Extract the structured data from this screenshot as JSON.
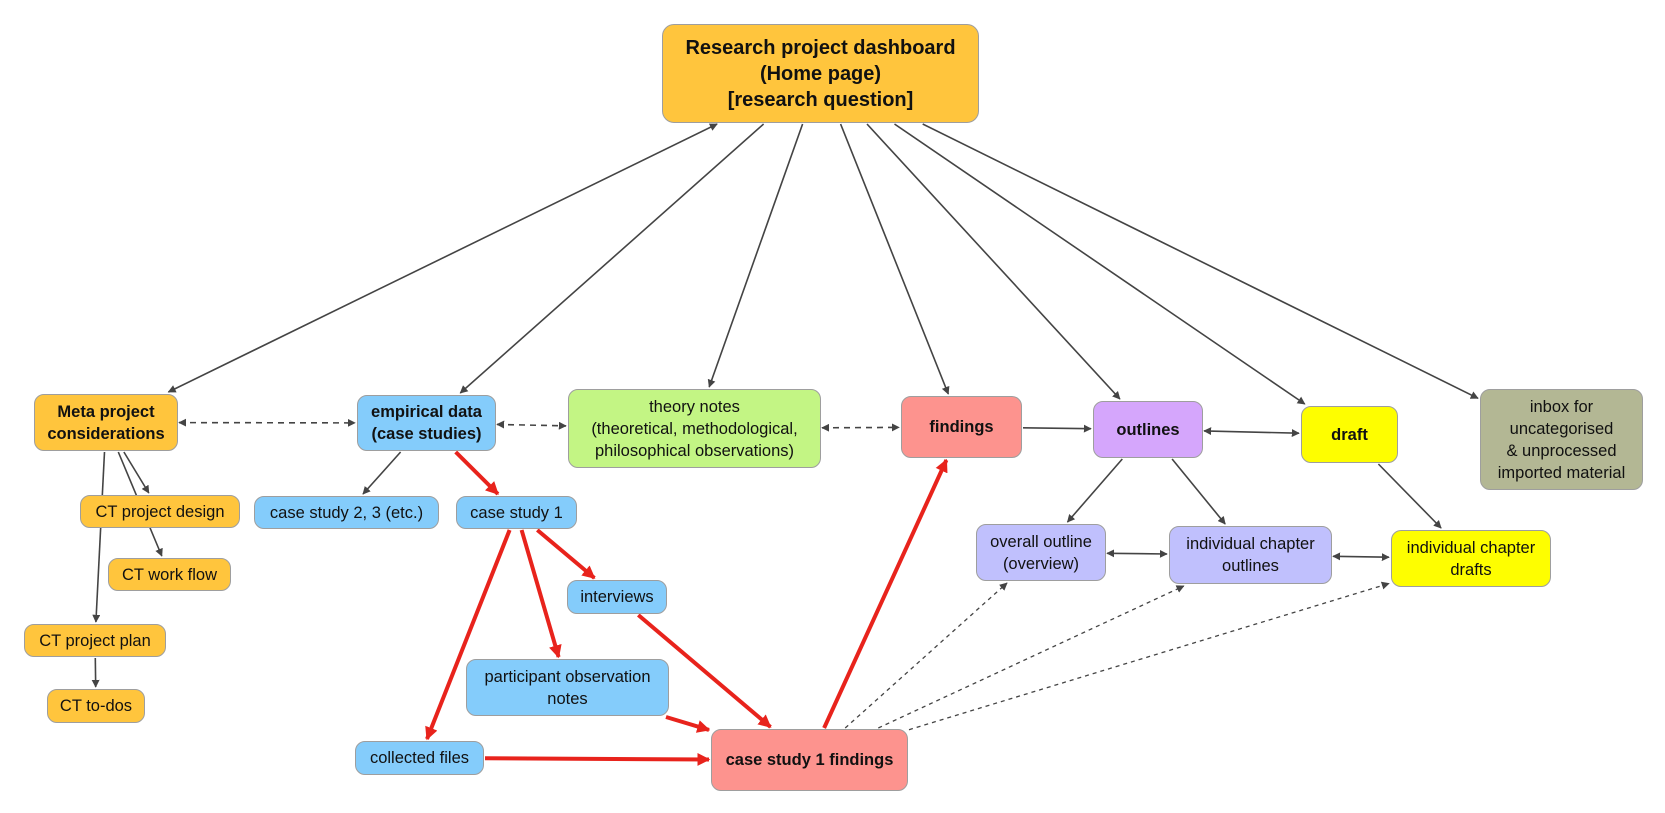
{
  "colors": {
    "orange": "#ffc53d",
    "blue": "#84ccfb",
    "green": "#c3f584",
    "red": "#fd938e",
    "purple": "#d5a6fc",
    "lavender": "#c0c0fd",
    "yellow": "#fefe00",
    "olive": "#b3b794",
    "edge_gray": "#444444",
    "edge_red": "#e8231c"
  },
  "nodes": {
    "dashboard": "Research project dashboard\n(Home page)\n[research question]",
    "meta": "Meta project\nconsiderations",
    "empirical": "empirical data\n(case studies)",
    "theory": "theory notes\n(theoretical, methodological,\nphilosophical observations)",
    "findings": "findings",
    "outlines": "outlines",
    "draft": "draft",
    "inbox": "inbox for\nuncategorised\n& unprocessed\nimported material",
    "ct_design": "CT project design",
    "ct_workflow": "CT work flow",
    "ct_plan": "CT project plan",
    "ct_todos": "CT to-dos",
    "case_study_23": "case study 2, 3 (etc.)",
    "case_study_1": "case study 1",
    "interviews": "interviews",
    "participant_obs": "participant observation\nnotes",
    "collected_files": "collected files",
    "cs1_findings": "case study 1 findings",
    "overall_outline": "overall outline\n(overview)",
    "chapter_outlines": "individual chapter\noutlines",
    "chapter_drafts": "individual chapter\ndrafts"
  },
  "edges": [
    {
      "from": "dashboard",
      "to": "meta",
      "style": "solid",
      "arrows": "both"
    },
    {
      "from": "dashboard",
      "to": "empirical",
      "style": "solid",
      "arrows": "end"
    },
    {
      "from": "dashboard",
      "to": "theory",
      "style": "solid",
      "arrows": "end"
    },
    {
      "from": "dashboard",
      "to": "findings",
      "style": "solid",
      "arrows": "end"
    },
    {
      "from": "dashboard",
      "to": "outlines",
      "style": "solid",
      "arrows": "end"
    },
    {
      "from": "dashboard",
      "to": "draft",
      "style": "solid",
      "arrows": "end"
    },
    {
      "from": "dashboard",
      "to": "inbox",
      "style": "solid",
      "arrows": "end"
    },
    {
      "from": "meta",
      "to": "empirical",
      "style": "dashed",
      "arrows": "both"
    },
    {
      "from": "empirical",
      "to": "theory",
      "style": "dashed",
      "arrows": "both"
    },
    {
      "from": "theory",
      "to": "findings",
      "style": "dashed",
      "arrows": "both"
    },
    {
      "from": "findings",
      "to": "outlines",
      "style": "solid",
      "arrows": "end"
    },
    {
      "from": "outlines",
      "to": "draft",
      "style": "solid",
      "arrows": "both"
    },
    {
      "from": "meta",
      "to": "ct_design",
      "style": "solid",
      "arrows": "end"
    },
    {
      "from": "meta",
      "to": "ct_workflow",
      "style": "solid",
      "arrows": "end"
    },
    {
      "from": "meta",
      "to": "ct_plan",
      "style": "solid",
      "arrows": "end"
    },
    {
      "from": "ct_plan",
      "to": "ct_todos",
      "style": "solid",
      "arrows": "end"
    },
    {
      "from": "empirical",
      "to": "case_study_23",
      "style": "solid",
      "arrows": "end"
    },
    {
      "from": "empirical",
      "to": "case_study_1",
      "style": "red",
      "arrows": "end"
    },
    {
      "from": "case_study_1",
      "to": "interviews",
      "style": "red",
      "arrows": "end"
    },
    {
      "from": "case_study_1",
      "to": "participant_obs",
      "style": "red",
      "arrows": "end"
    },
    {
      "from": "case_study_1",
      "to": "collected_files",
      "style": "red",
      "arrows": "end"
    },
    {
      "from": "interviews",
      "to": "cs1_findings",
      "style": "red",
      "arrows": "end"
    },
    {
      "from": "participant_obs",
      "to": "cs1_findings",
      "style": "red",
      "arrows": "end"
    },
    {
      "from": "collected_files",
      "to": "cs1_findings",
      "style": "red",
      "arrows": "end"
    },
    {
      "from": "cs1_findings",
      "to": "findings",
      "style": "red",
      "arrows": "end"
    },
    {
      "from": "outlines",
      "to": "overall_outline",
      "style": "solid",
      "arrows": "end"
    },
    {
      "from": "outlines",
      "to": "chapter_outlines",
      "style": "solid",
      "arrows": "end"
    },
    {
      "from": "draft",
      "to": "chapter_drafts",
      "style": "solid",
      "arrows": "end"
    },
    {
      "from": "overall_outline",
      "to": "chapter_outlines",
      "style": "solid",
      "arrows": "both"
    },
    {
      "from": "chapter_outlines",
      "to": "chapter_drafts",
      "style": "solid",
      "arrows": "both"
    },
    {
      "from": "cs1_findings",
      "to": "overall_outline",
      "style": "dotted",
      "arrows": "end"
    },
    {
      "from": "cs1_findings",
      "to": "chapter_outlines",
      "style": "dotted",
      "arrows": "end"
    },
    {
      "from": "cs1_findings",
      "to": "chapter_drafts",
      "style": "dotted",
      "arrows": "end"
    }
  ]
}
